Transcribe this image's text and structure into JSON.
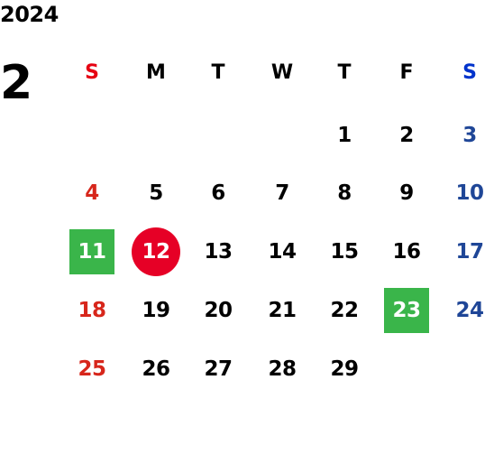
{
  "calendar": {
    "year": "2024",
    "month": "2",
    "weekdays": [
      "S",
      "M",
      "T",
      "W",
      "T",
      "F",
      "S"
    ],
    "first_weekday_index": 4,
    "days": [
      "1",
      "2",
      "3",
      "4",
      "5",
      "6",
      "7",
      "8",
      "9",
      "10",
      "11",
      "12",
      "13",
      "14",
      "15",
      "16",
      "17",
      "18",
      "19",
      "20",
      "21",
      "22",
      "23",
      "24",
      "25",
      "26",
      "27",
      "28",
      "29"
    ],
    "highlighted_days_green": [
      "11",
      "23"
    ],
    "highlighted_days_red_circle": [
      "12"
    ]
  },
  "colors": {
    "text": "#000000",
    "sunday_header": "#e60012",
    "saturday_header": "#0033cc",
    "sunday_day": "#d7261b",
    "saturday_day": "#1f4697",
    "highlight_green": "#3ab54a",
    "highlight_red": "#e60026",
    "highlight_text": "#ffffff"
  }
}
